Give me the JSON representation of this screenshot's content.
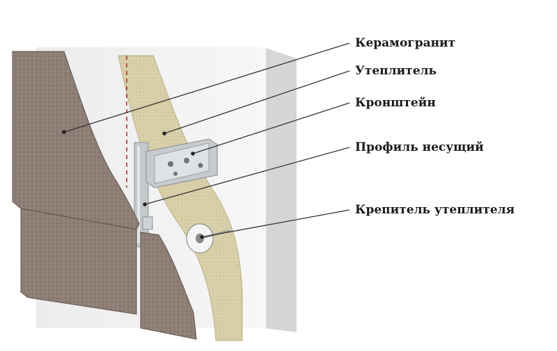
{
  "diagram": {
    "labels": [
      {
        "id": "ceramic",
        "text": "Керамогранит",
        "color": "#8a7b73"
      },
      {
        "id": "insulation",
        "text": "Утеплитель",
        "color": "#d8cfa8"
      },
      {
        "id": "bracket",
        "text": "Кронштейн",
        "color": "#b8bcbf"
      },
      {
        "id": "profile",
        "text": "Профиль несущий",
        "color": "#c2c6c9"
      },
      {
        "id": "anchor",
        "text": "Крепитель утеплителя",
        "color": "#f2f2f2"
      }
    ],
    "colors": {
      "wall_front": "#f0f0f0",
      "wall_side": "#d9d9d9",
      "wall_top": "#e6e6e6",
      "insulation": "#d8cfa8",
      "tile": "#8d7d74",
      "metal": "#b9bec2",
      "leader": "#333333",
      "dashed": "#b03030"
    }
  }
}
